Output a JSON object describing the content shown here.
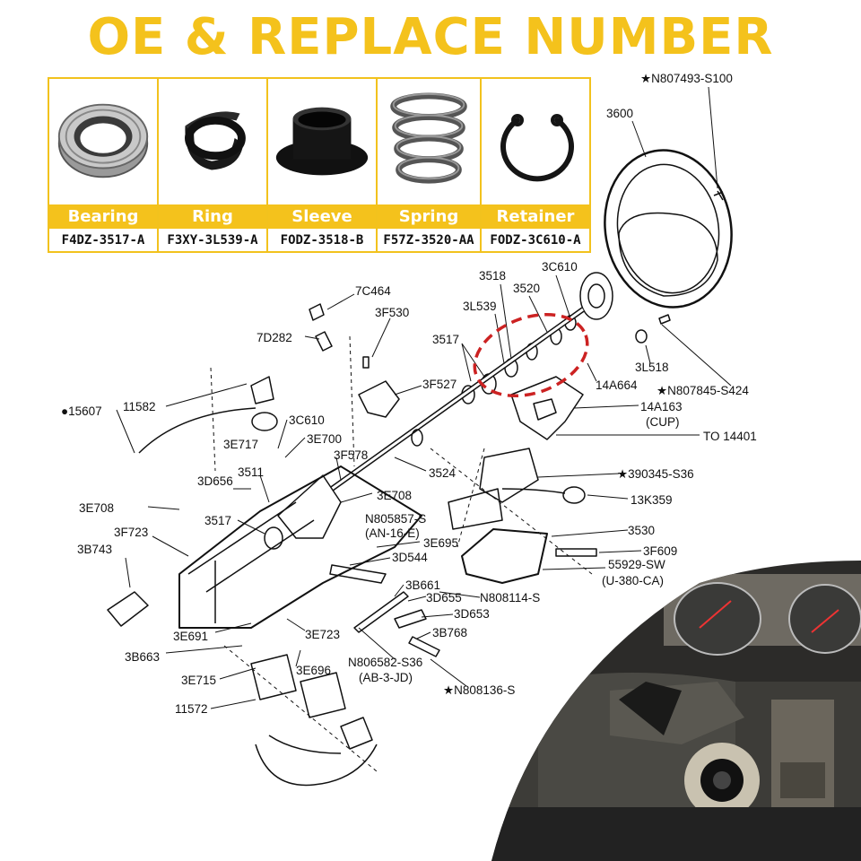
{
  "header": {
    "title": "OE & REPLACE NUMBER"
  },
  "parts": [
    {
      "name": "Bearing",
      "number": "F4DZ-3517-A",
      "icon": "bearing-icon"
    },
    {
      "name": "Ring",
      "number": "F3XY-3L539-A",
      "icon": "ring-icon"
    },
    {
      "name": "Sleeve",
      "number": "FODZ-3518-B",
      "icon": "sleeve-icon"
    },
    {
      "name": "Spring",
      "number": "F57Z-3520-AA",
      "icon": "spring-icon"
    },
    {
      "name": "Retainer",
      "number": "FODZ-3C610-A",
      "icon": "retainer-icon"
    }
  ],
  "colors": {
    "accent": "#f4c21c",
    "highlight_circle": "#cc2222"
  },
  "callouts": [
    "★N807493-S100",
    "3600",
    "3518",
    "3C610",
    "3520",
    "3L539",
    "3517",
    "7C464",
    "3F530",
    "7D282",
    "3F527",
    "3L518",
    "14A664",
    "★N807845-S424",
    "14A163",
    "(CUP)",
    "TO 14401",
    "●15607",
    "11582",
    "3C610",
    "3E717",
    "3E700",
    "3F578",
    "3524",
    "★390345-S36",
    "3511",
    "3D656",
    "3E708",
    "13K359",
    "3E708",
    "N805857-S",
    "(AN-16-E)",
    "3517",
    "3F723",
    "3530",
    "3E695",
    "3F609",
    "3B743",
    "3D544",
    "55929-SW",
    "(U-380-CA)",
    "3B661",
    "3D655",
    "N808114-S",
    "3D653",
    "3B768",
    "3E691",
    "3E723",
    "3B663",
    "3E715",
    "3E696",
    "N806582-S36",
    "(AB-3-JD)",
    "★N808136-S",
    "11572"
  ]
}
